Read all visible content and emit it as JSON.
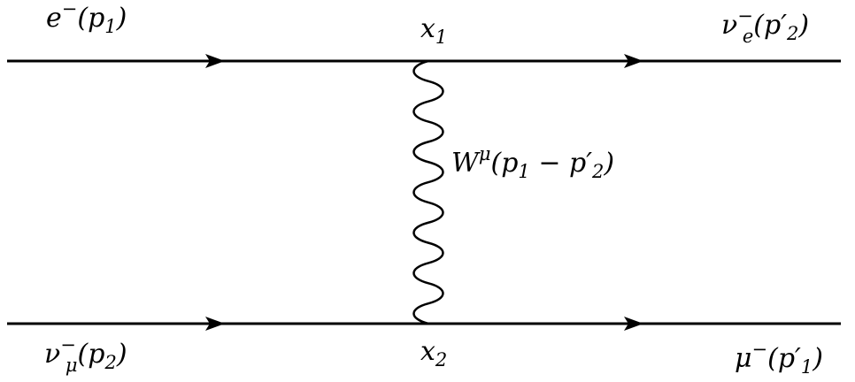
{
  "diagram": {
    "colors": {
      "line": "#000000",
      "background": "#ffffff"
    },
    "labels": {
      "top_left": {
        "base": "e",
        "sup": "−",
        "post": "(p",
        "post_sub": "1",
        "close": ")"
      },
      "top_middle": {
        "base": "x",
        "sub": "1"
      },
      "top_right": {
        "base": "ν",
        "sup": "−",
        "sub": "e",
        "post": "(p′",
        "post_sub": "2",
        "close": ")"
      },
      "propagator": {
        "base": "W",
        "sup": "μ",
        "post": "(p",
        "post_sub": "1",
        "mid": " − p′",
        "mid_sub": "2",
        "close": ")"
      },
      "bottom_left": {
        "base": "ν",
        "sup": "−",
        "sub": "μ",
        "post": "(p",
        "post_sub": "2",
        "close": ")"
      },
      "bottom_middle": {
        "base": "x",
        "sub": "2"
      },
      "bottom_right": {
        "base": "μ",
        "sup": "−",
        "post": "(p′",
        "post_sub": "1",
        "close": ")"
      }
    }
  }
}
